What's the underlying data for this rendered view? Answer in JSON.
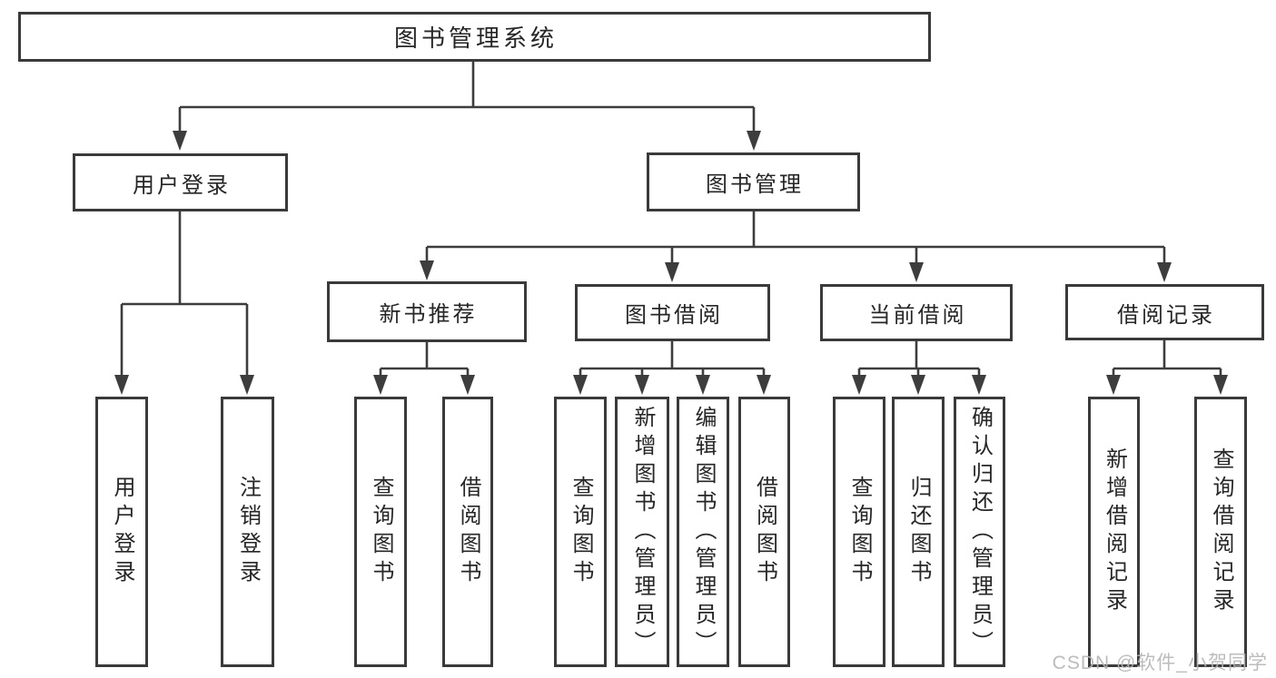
{
  "root": {
    "label": "图书管理系统"
  },
  "level2": {
    "user_login": {
      "label": "用户登录"
    },
    "book_mgmt": {
      "label": "图书管理"
    }
  },
  "level3": {
    "new_books": {
      "label": "新书推荐"
    },
    "book_borrow": {
      "label": "图书借阅"
    },
    "current_borrow": {
      "label": "当前借阅"
    },
    "borrow_records": {
      "label": "借阅记录"
    }
  },
  "leaves": {
    "user_login": [
      "用户登录",
      "注销登录"
    ],
    "new_books": [
      "查询图书",
      "借阅图书"
    ],
    "book_borrow": [
      "查询图书",
      "新增图书（管理员）",
      "编辑图书（管理员）",
      "借阅图书"
    ],
    "current_borrow": [
      "查询图书",
      "归还图书",
      "确认归还（管理员）"
    ],
    "borrow_records": [
      "新增借阅记录",
      "查询借阅记录"
    ]
  },
  "watermark": "CSDN @软件_小贺同学",
  "colors": {
    "line": "#3d3d3d",
    "box_border": "#3a3a3a",
    "text": "#262626",
    "watermark": "#b5b5b5",
    "background": "#ffffff"
  }
}
